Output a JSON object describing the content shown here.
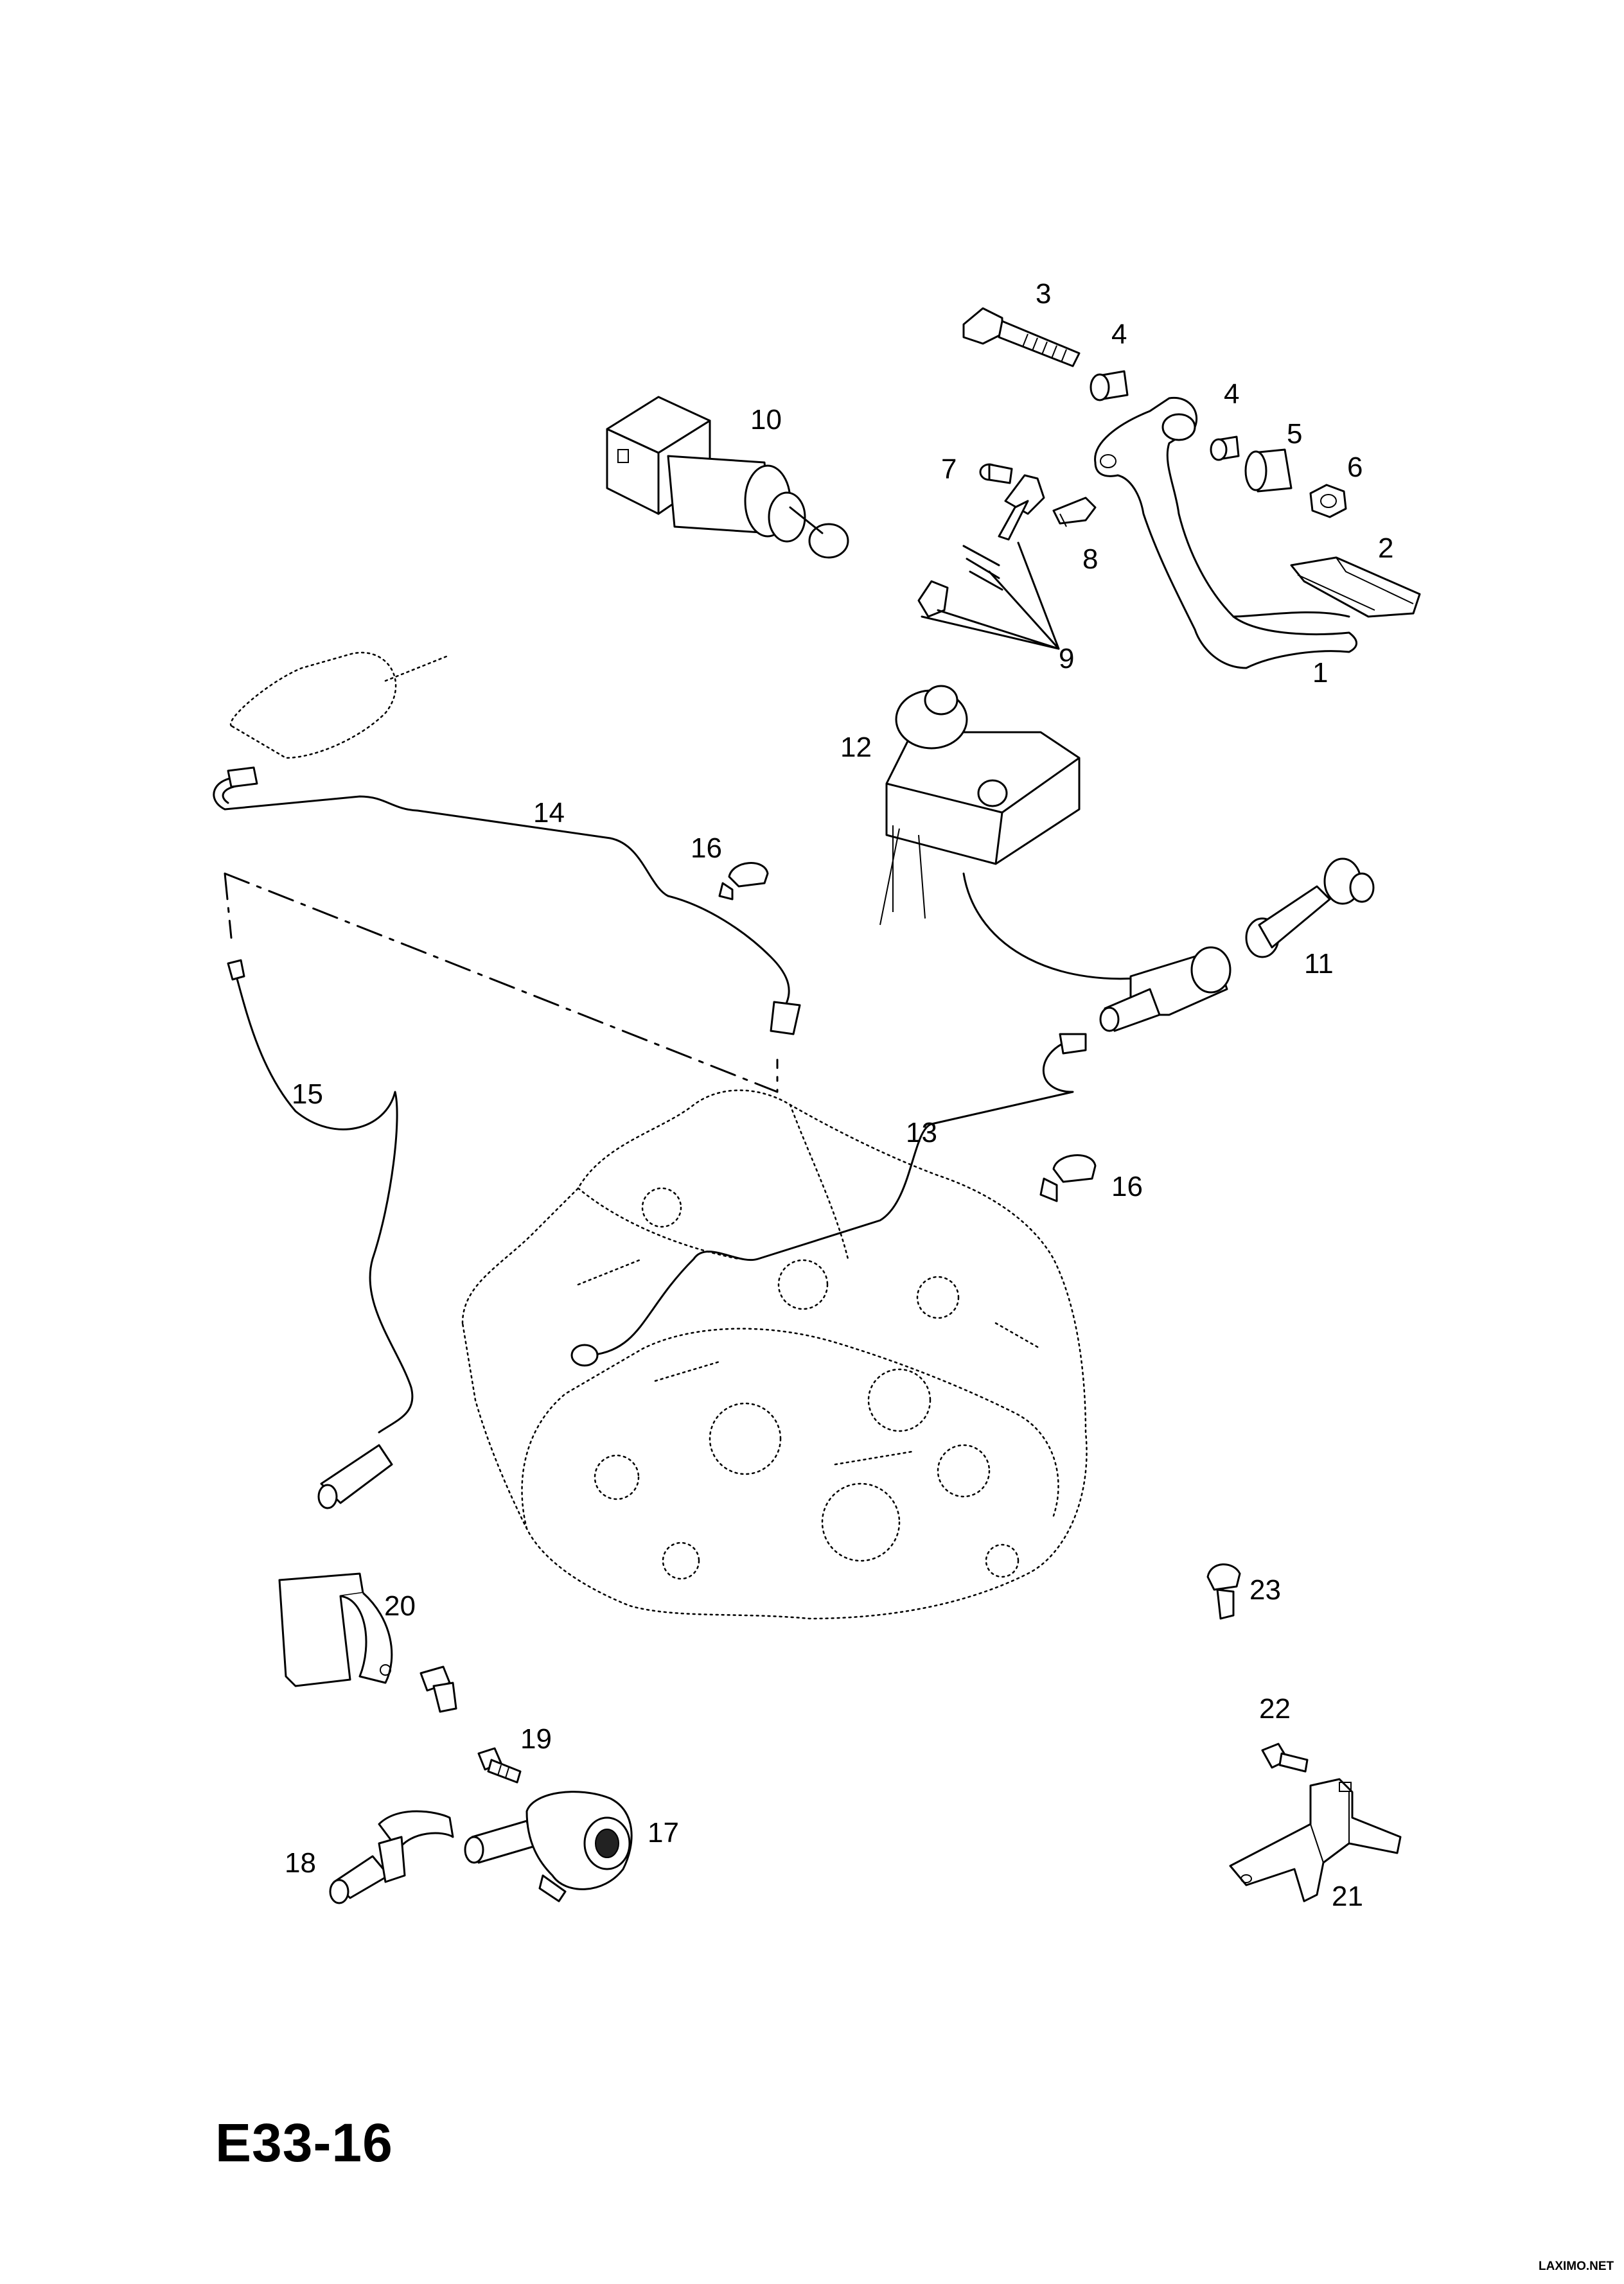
{
  "diagram": {
    "code": "E33-16",
    "watermark": "LAXIMO.NET",
    "callouts": [
      "1",
      "2",
      "3",
      "4",
      "4",
      "5",
      "6",
      "7",
      "8",
      "9",
      "10",
      "11",
      "12",
      "13",
      "14",
      "15",
      "16",
      "16",
      "17",
      "18",
      "19",
      "20",
      "21",
      "22",
      "23"
    ]
  }
}
